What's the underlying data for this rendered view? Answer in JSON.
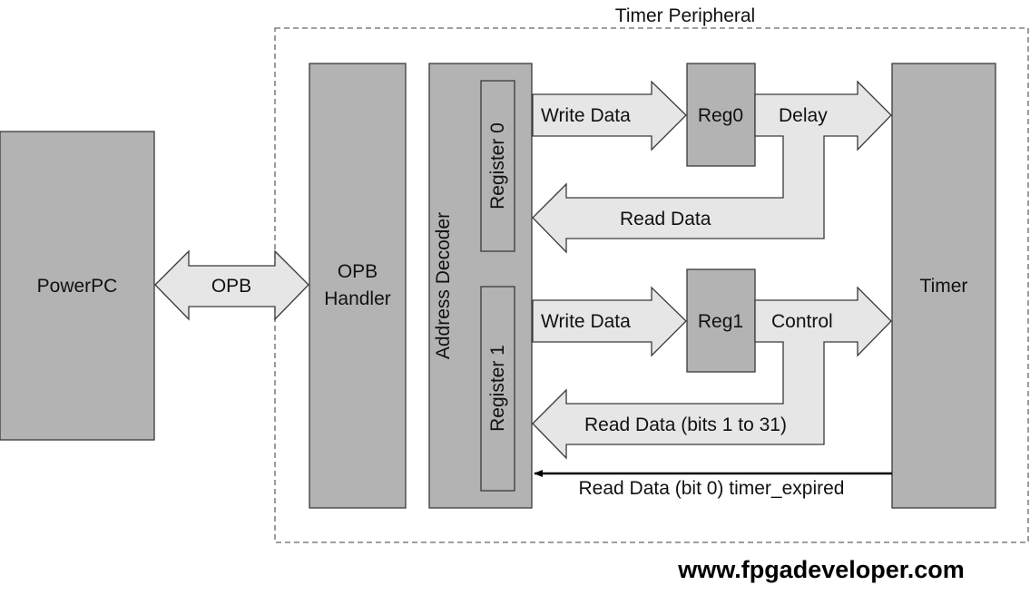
{
  "title": "Timer Peripheral",
  "blocks": {
    "powerpc": "PowerPC",
    "opb_handler_line1": "OPB",
    "opb_handler_line2": "Handler",
    "address_decoder": "Address Decoder",
    "register0": "Register 0",
    "register1": "Register 1",
    "reg0": "Reg0",
    "reg1": "Reg1",
    "timer": "Timer"
  },
  "arrows": {
    "opb": "OPB",
    "write_data_0": "Write Data",
    "delay": "Delay",
    "read_data_0": "Read Data",
    "write_data_1": "Write Data",
    "control": "Control",
    "read_data_1": "Read Data (bits 1 to 31)",
    "timer_expired": "Read Data (bit 0) timer_expired"
  },
  "website": "www.fpgadeveloper.com",
  "colors": {
    "block": "#b3b3b3",
    "arrow": "#e6e6e6",
    "stroke": "#3a3a3a"
  }
}
